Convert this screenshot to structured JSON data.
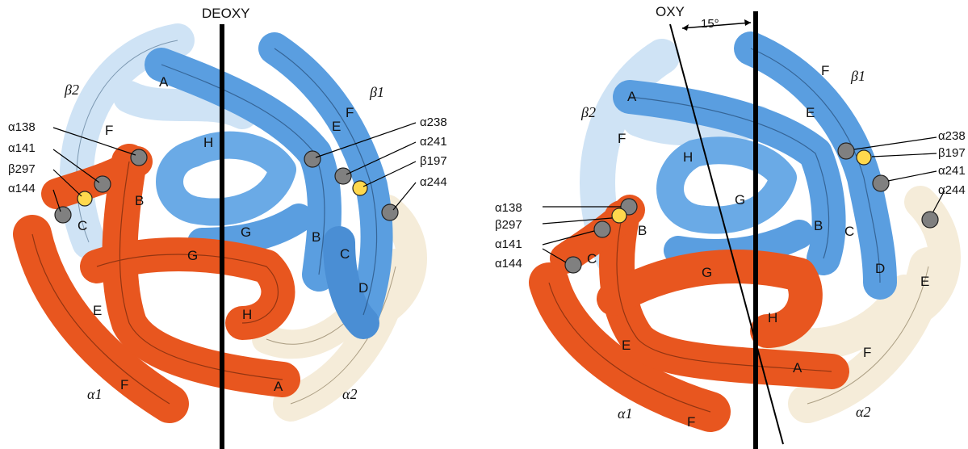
{
  "left": {
    "header": "DEOXY",
    "chain_labels": {
      "alpha1": "α1",
      "alpha2": "α2",
      "beta1": "β1",
      "beta2": "β2"
    },
    "helices": {
      "A1": "A",
      "F1": "F",
      "E1": "E",
      "H1": "H",
      "G1": "G",
      "B1": "B",
      "C1": "C",
      "D1": "D",
      "G2": "G",
      "B2": "B",
      "C2": "C",
      "E2": "E",
      "F2": "F",
      "H2": "H",
      "A2": "A",
      "F3": "F"
    },
    "residues": [
      "α138",
      "α141",
      "β297",
      "α144",
      "α241",
      "β197",
      "α238",
      "α244"
    ]
  },
  "right": {
    "header": "OXY",
    "angle": "15°",
    "chain_labels": {
      "alpha1": "α1",
      "alpha2": "α2",
      "beta1": "β1",
      "beta2": "β2"
    },
    "residues": [
      "α138",
      "β297",
      "α141",
      "α144",
      "α238",
      "β197",
      "α241",
      "α244"
    ]
  },
  "colors": {
    "alpha1": "#e8561f",
    "beta": "#5a9ee0",
    "beta_light": "#cfe3f5",
    "alpha2": "#f5ecd9",
    "residue": "#808080",
    "highlight": "#ffd84d"
  }
}
